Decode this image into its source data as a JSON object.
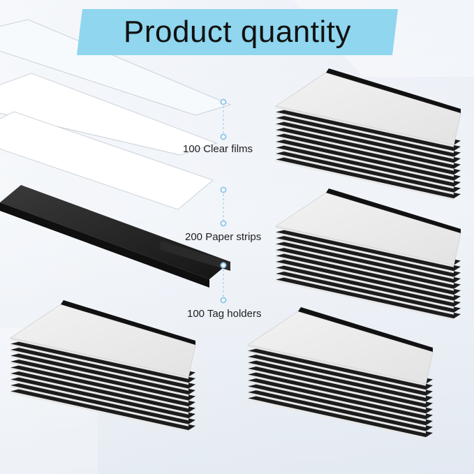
{
  "banner": {
    "title": "Product quantity",
    "color": "#8fd6ee"
  },
  "components": [
    {
      "label": "100 Clear films",
      "quantity": 100,
      "item": "Clear films"
    },
    {
      "label": "200 Paper strips",
      "quantity": 200,
      "item": "Paper strips"
    },
    {
      "label": "100 Tag holders",
      "quantity": 100,
      "item": "Tag holders"
    }
  ],
  "colors": {
    "holder": "#1c1c1c",
    "strip": "#ffffff",
    "film": "#f4f8fc",
    "pointer": "#8fc8e8"
  }
}
